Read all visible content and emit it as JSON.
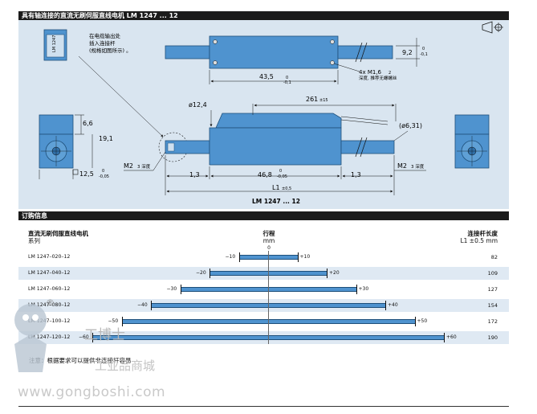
{
  "section1": {
    "title": "具有轴连接的直流无刷伺服直线电机 LM 1247 ... 12"
  },
  "top_drawing": {
    "callout_line1": "在电缆输出处",
    "callout_line2": "插入连接杆",
    "callout_line3": "(规格如图所示) 。",
    "sticker_text": "LM 1247",
    "dim_9_2": "9,2",
    "dim_9_2_tol": "-0,1",
    "dim_9_2_tol_top": "0",
    "dim_43_5": "43,5",
    "dim_43_5_tol": "-0,1",
    "dim_43_5_tol_top": "0",
    "thread_line1": "4x M1,6",
    "thread_depth": "2",
    "thread_line2": "深度, 推荐无螺螺丝"
  },
  "main_drawing": {
    "dim_6_6": "6,6",
    "dim_19_1": "19,1",
    "dim_12_5": "12,5",
    "dim_12_5_tol": "-0,05",
    "dim_12_5_tol_top": "0",
    "dim_d12_4": "ø12,4",
    "dim_261": "261",
    "dim_261_tol": "±15",
    "dim_d6_31": "(ø6,31)",
    "m2_left": "M2",
    "m2_left_depth": "3 深度",
    "m2_right": "M2",
    "m2_right_depth": "3 深度",
    "dim_1_3_left": "1,3",
    "dim_46_8": "46,8",
    "dim_46_8_tol": "-0,05",
    "dim_46_8_tol_top": "0",
    "dim_1_3_right": "1,3",
    "dim_l1": "L1",
    "dim_l1_tol": "±0,5",
    "caption": "LM 1247 ... 12"
  },
  "section2": {
    "title": "订购信息"
  },
  "order_headers": {
    "series_title": "直流无刷伺服直线电机",
    "series_sub": "系列",
    "stroke_title": "行程",
    "stroke_unit": "mm",
    "stroke_zero": "0",
    "length_title": "连接杆长度",
    "length_sub": "L1 ±0.5 mm"
  },
  "chart_data": {
    "type": "table",
    "columns": [
      "系列",
      "行程 mm",
      "L1 ±0.5 mm"
    ],
    "rows": [
      {
        "model": "LM 1247–020–12",
        "stroke_neg": "−10",
        "stroke_pos": "+10",
        "stroke": 10,
        "length": "82"
      },
      {
        "model": "LM 1247–040–12",
        "stroke_neg": "−20",
        "stroke_pos": "+20",
        "stroke": 20,
        "length": "109"
      },
      {
        "model": "LM 1247–060–12",
        "stroke_neg": "−30",
        "stroke_pos": "+30",
        "stroke": 30,
        "length": "127"
      },
      {
        "model": "LM 1247–080–12",
        "stroke_neg": "−40",
        "stroke_pos": "+40",
        "stroke": 40,
        "length": "154"
      },
      {
        "model": "LM 1247–100–12",
        "stroke_neg": "−50",
        "stroke_pos": "+50",
        "stroke": 50,
        "length": "172"
      },
      {
        "model": "LM 1247–120–12",
        "stroke_neg": "−60",
        "stroke_pos": "+60",
        "stroke": 60,
        "length": "190"
      }
    ]
  },
  "note": {
    "text": "注意：根据要求可以提供非连接杆容易"
  },
  "watermark": {
    "url": "www.gongboshi.com",
    "cn": "工博士",
    "cn2": "工业品商城",
    "reg": "®"
  },
  "colors": {
    "motor_blue": "#4f93cf",
    "motor_dark": "#2f6fa8",
    "panel_bg": "#d9e5f0",
    "row_shade": "#dfe9f3"
  }
}
